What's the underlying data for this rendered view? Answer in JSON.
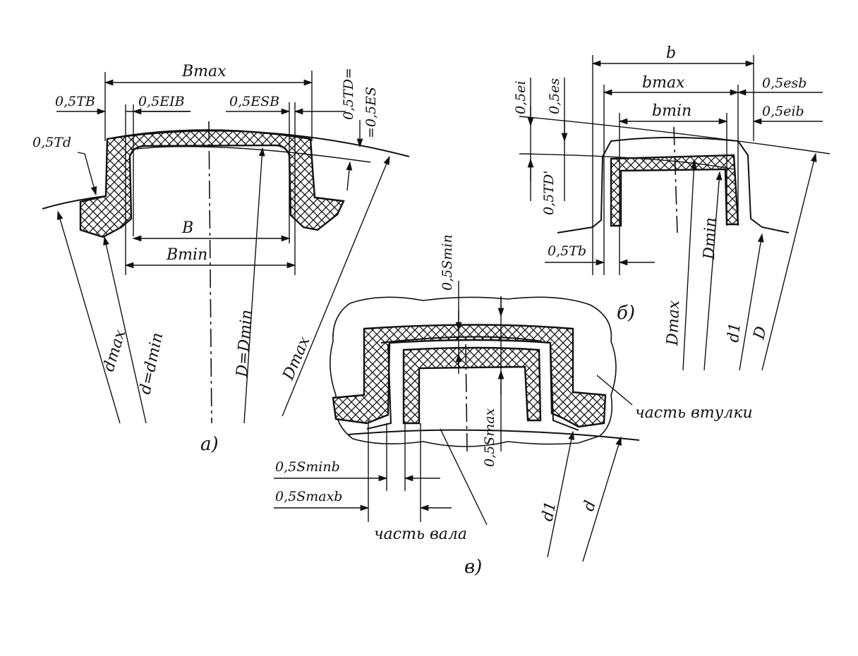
{
  "fig_a": {
    "caption": "а)",
    "labels": {
      "bmax": "Bmax",
      "tb": "0,5TB",
      "eib": "0,5EIB",
      "esb": "0,5ESB",
      "td": "0,5Td",
      "tdes": "0,5TD=",
      "es": "=0,5ES",
      "b": "B",
      "bmin": "Bmin",
      "dmax": "dmax",
      "ddmin": "d=dmin",
      "dDmin": "D=Dmin",
      "Dmax": "Dmax"
    }
  },
  "fig_b": {
    "caption": "б)",
    "labels": {
      "b": "b",
      "bmax": "bmax",
      "bmin": "bmin",
      "ei": "0,5ei",
      "es": "0,5es",
      "esb": "0,5esb",
      "eib": "0,5eib",
      "tdp": "0,5TD'",
      "tb": "0,5Tb",
      "dmin": "Dmin",
      "dmax": "Dmax",
      "d1": "d1",
      "D": "D"
    }
  },
  "fig_v": {
    "caption": "в)",
    "labels": {
      "smin": "0,5Smin",
      "smax": "0,5Smax",
      "sminb": "0,5Sminb",
      "smaxb": "0,5Smaxb",
      "hub_part": "часть втулки",
      "shaft_part": "часть вала",
      "d1": "d1",
      "d": "d"
    }
  }
}
